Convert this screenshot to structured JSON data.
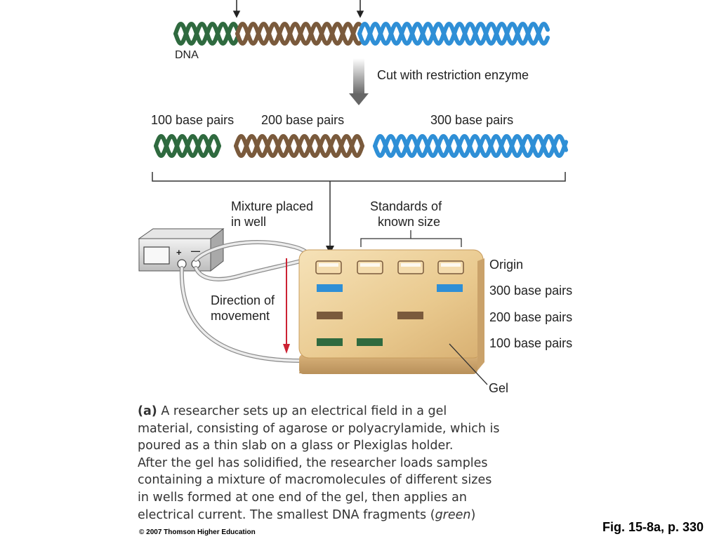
{
  "labels": {
    "dna": "DNA",
    "cut": "Cut with restriction enzyme",
    "bp100": "100 base pairs",
    "bp200": "200 base pairs",
    "bp300": "300 base pairs",
    "mixture_line1": "Mixture placed",
    "mixture_line2": "in well",
    "standards_line1": "Standards of",
    "standards_line2": "known size",
    "direction_line1": "Direction of",
    "direction_line2": "movement",
    "origin": "Origin",
    "gel_300": "300 base pairs",
    "gel_200": "200 base pairs",
    "gel_100": "100 base pairs",
    "gel": "Gel",
    "power_plus": "+",
    "power_minus": "—"
  },
  "caption": {
    "label": "(a)",
    "line1": "A researcher sets up an electrical field in a gel",
    "line2": "material, consisting of agarose or polyacrylamide, which is",
    "line3": "poured as a thin slab on a glass or Plexiglas holder.",
    "line4": "After the gel has solidified, the researcher loads samples",
    "line5": "containing a mixture of macromolecules of different sizes",
    "line6": "in wells formed at one end of the gel, then applies an",
    "line7_pre": "electrical current. The smallest DNA fragments (",
    "line7_em": "green",
    "line7_post": ")"
  },
  "figure_ref": "Fig. 15-8a, p. 330",
  "copyright": "© 2007 Thomson Higher Education",
  "colors": {
    "green": "#2f6a3f",
    "brown": "#7a5a3c",
    "blue": "#2f8fd6",
    "red_arrow": "#cc2233",
    "gel": "#e9c98e"
  }
}
